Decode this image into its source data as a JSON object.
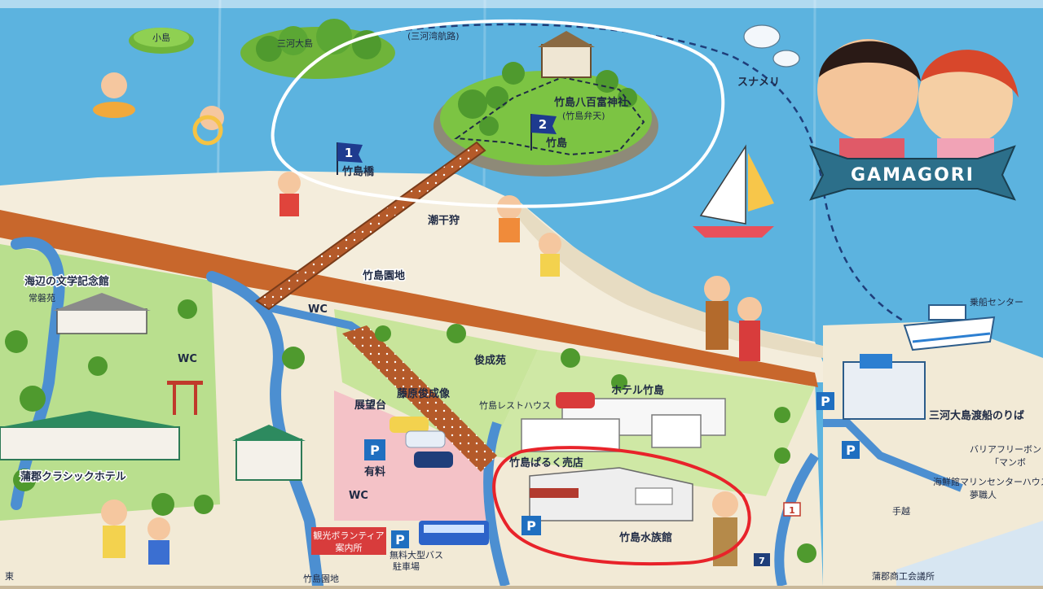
{
  "brand": "GAMAGORI",
  "labels": {
    "kojima": "小島",
    "mikawa_oshima": "三河大島",
    "sea_route": "(三河湾航路)",
    "sunameri": "スナメリ",
    "shrine": "竹島八百富神社",
    "shrine_sub": "(竹島弁天)",
    "takeshima": "竹島",
    "takeshima_bridge": "竹島橋",
    "shiohigari": "潮干狩",
    "takeshima_park": "竹島園地",
    "literature_museum": "海辺の文学記念館",
    "tokiwakan": "常磐苑",
    "wc": "WC",
    "shunseien": "俊成苑",
    "fujiwara_statue": "藤原俊成像",
    "observatory": "展望台",
    "takeshima_restaurant": "竹島レストハウス",
    "hotel_takeshima": "ホテル竹島",
    "classic_hotel": "蒲郡クラシックホテル",
    "paid": "有料",
    "shop": "竹島ぱるく売店",
    "aquarium": "竹島水族館",
    "boarding_center": "乗船センター",
    "mikawa_ferry": "三河大島渡船のりば",
    "barrier_free": "バリアフリーボン",
    "manbo": "「マンボ",
    "marine_house": "海鮮館マリンセンターハウス",
    "yumeshokunin": "夢職人",
    "tebata": "手越",
    "volunteer_1": "観光ボランティア",
    "volunteer_2": "案内所",
    "bus_parking_1": "無料大型バス",
    "bus_parking_2": "駐車場",
    "takeshima_entrance": "竹島園地",
    "chamber": "蒲郡商工会議所",
    "edge_left": "東"
  },
  "markers": {
    "flag1": "1",
    "flag2": "2",
    "parking": "P",
    "flag_small": "1",
    "flag_seven": "7"
  },
  "colors": {
    "sea": "#5cb3df",
    "land": "#f2ead6",
    "grass": "#a9d67c",
    "island": "#7cc443",
    "road": "#c8672c",
    "path": "#4c8fd1",
    "parking": "#1f6fc0",
    "highlight_white": "#ffffff",
    "highlight_red": "#e8232a"
  }
}
